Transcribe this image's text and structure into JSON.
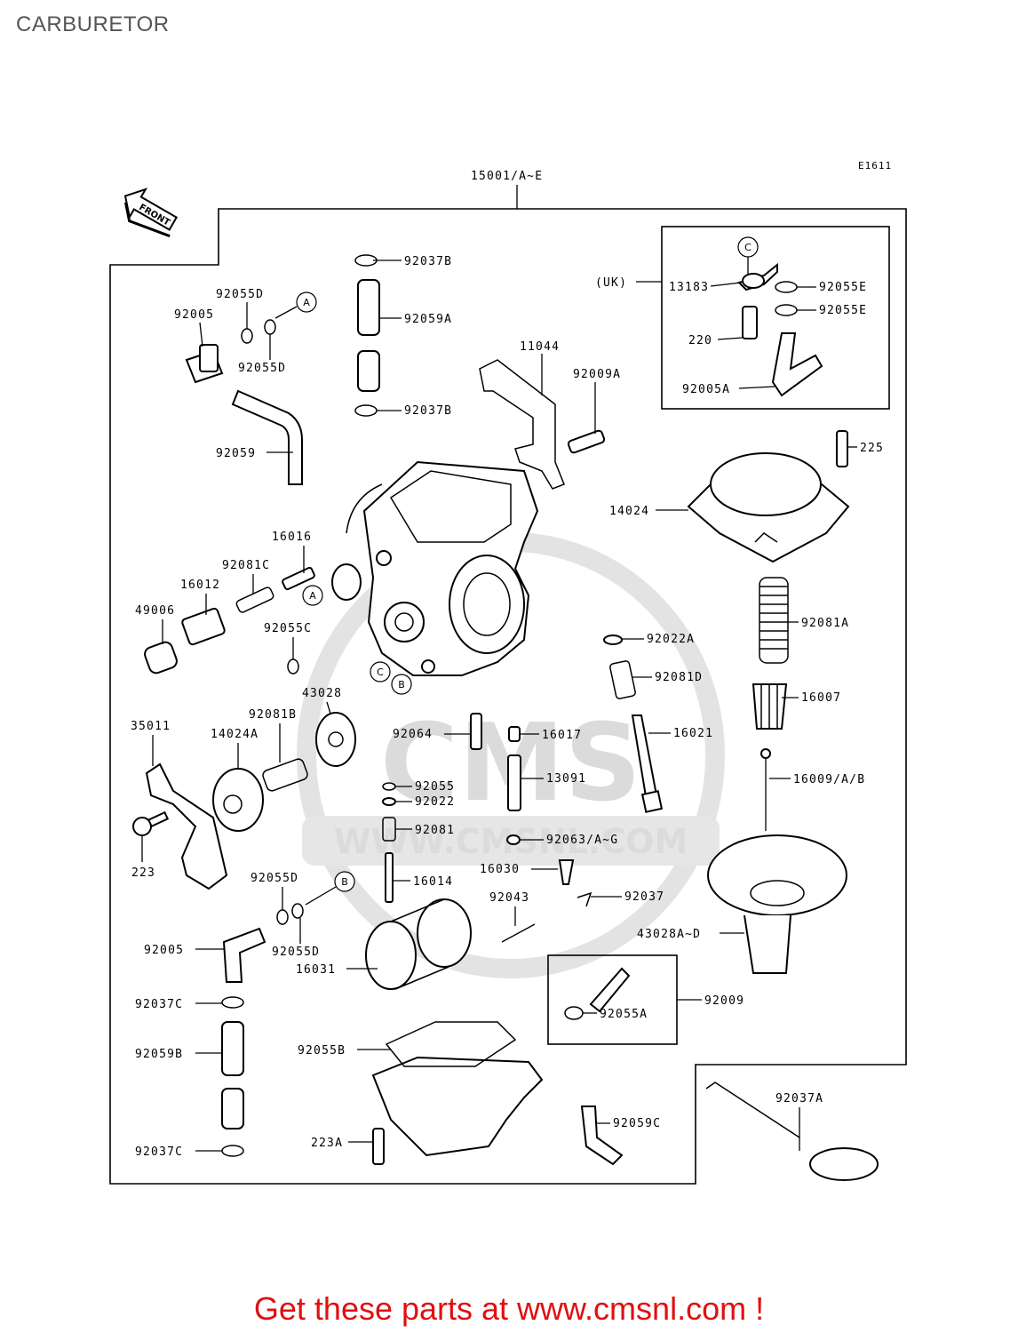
{
  "page": {
    "title": "CARBURETOR",
    "footer": "Get these parts at www.cmsnl.com !"
  },
  "diagram": {
    "code": "E1611",
    "assembly": "15001/A~E",
    "front_arrow": "FRONT",
    "uk_box_label": "(UK)",
    "watermark": {
      "logo": "CMS",
      "url": "WWW.CMSNL.COM"
    },
    "callouts": [
      "A",
      "B",
      "C"
    ],
    "parts": [
      "92037B",
      "92059A",
      "92037B",
      "92055D",
      "92005",
      "92055D",
      "92059",
      "11044",
      "92009A",
      "13183",
      "92055E",
      "92055E",
      "220",
      "92005A",
      "225",
      "14024",
      "16016",
      "92081C",
      "16012",
      "49006",
      "92055C",
      "43028",
      "92022A",
      "92081A",
      "92081D",
      "16007",
      "35011",
      "14024A",
      "92081B",
      "92064",
      "16017",
      "16021",
      "13091",
      "16009/A/B",
      "92055",
      "92022",
      "92081",
      "92063/A~G",
      "223",
      "16030",
      "16014",
      "92037",
      "92055D",
      "92043",
      "92055D",
      "92005",
      "16031",
      "43028A~D",
      "92037C",
      "92055A",
      "92009",
      "92059B",
      "92055B",
      "92037A",
      "223A",
      "92059C",
      "92037C"
    ]
  }
}
